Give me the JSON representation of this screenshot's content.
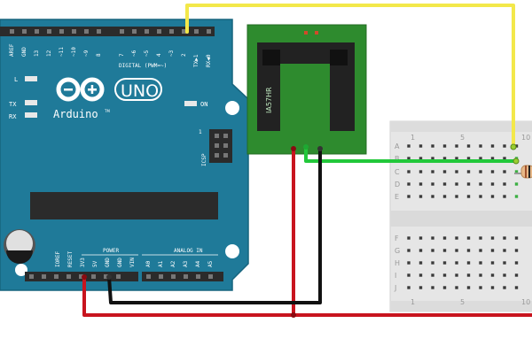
{
  "arduino": {
    "brand": "Arduino",
    "model": "UNO",
    "tm": "TM",
    "digital_label": "DIGITAL (PWM=~)",
    "top_pins": [
      "AREF",
      "GND",
      "13",
      "12",
      "~11",
      "~10",
      "~9",
      "8",
      "7",
      "~6",
      "~5",
      "4",
      "~3",
      "2",
      "TX▶1",
      "RX◀0"
    ],
    "led_l": "L",
    "led_tx": "TX",
    "led_rx": "RX",
    "led_on": "ON",
    "icsp": "ICSP",
    "icsp_num": "1",
    "power_label": "POWER",
    "analog_label": "ANALOG IN",
    "power_pins": [
      "IOREF",
      "RESET",
      "3V3",
      "5V",
      "GND",
      "GND",
      "VIN"
    ],
    "analog_pins": [
      "A0",
      "A1",
      "A2",
      "A3",
      "A4",
      "A5"
    ]
  },
  "sensor": {
    "part_label": "IA57HR"
  },
  "breadboard": {
    "row_labels": [
      "A",
      "B",
      "C",
      "D",
      "E",
      "F",
      "G",
      "H",
      "I",
      "J"
    ],
    "col_labels": [
      "1",
      "5",
      "10"
    ]
  },
  "colors": {
    "board": "#1f7a99",
    "board_edge": "#17647e",
    "header": "#2b2b2b",
    "sensor_pcb": "#2e8b2e",
    "sensor_body": "#222222",
    "breadboard": "#e6e6e6",
    "wire_yellow": "#f3e84a",
    "wire_green": "#22c83a",
    "wire_red": "#c8141e",
    "wire_black": "#111111"
  }
}
